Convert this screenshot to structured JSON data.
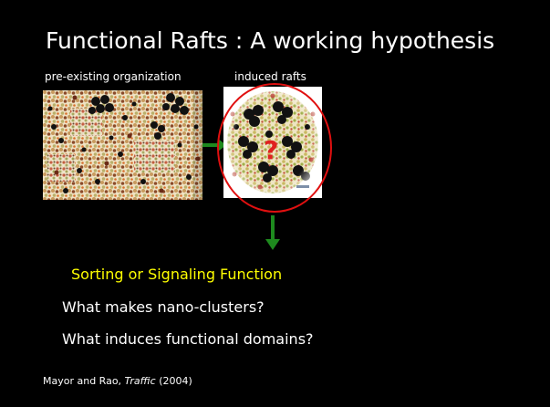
{
  "slide": {
    "title": "Functional Rafts : A working hypothesis",
    "left_label": "pre-existing organization",
    "right_label": "induced rafts",
    "question_mark": "?",
    "function_text": "Sorting or Signaling Function",
    "question_1": "What makes nano-clusters?",
    "question_2": "What induces functional domains?",
    "citation": {
      "authors": "Mayor and Rao, ",
      "journal": "Traffic",
      "year": " (2004)"
    }
  },
  "colors": {
    "background": "#000000",
    "accent_yellow": "#ffff00",
    "arrow_green": "#1e8a1e",
    "ring_red": "#e01010",
    "question_red": "#e02020"
  },
  "icons": {
    "right_arrow": "arrow-right-icon",
    "down_arrow": "arrow-down-icon"
  }
}
